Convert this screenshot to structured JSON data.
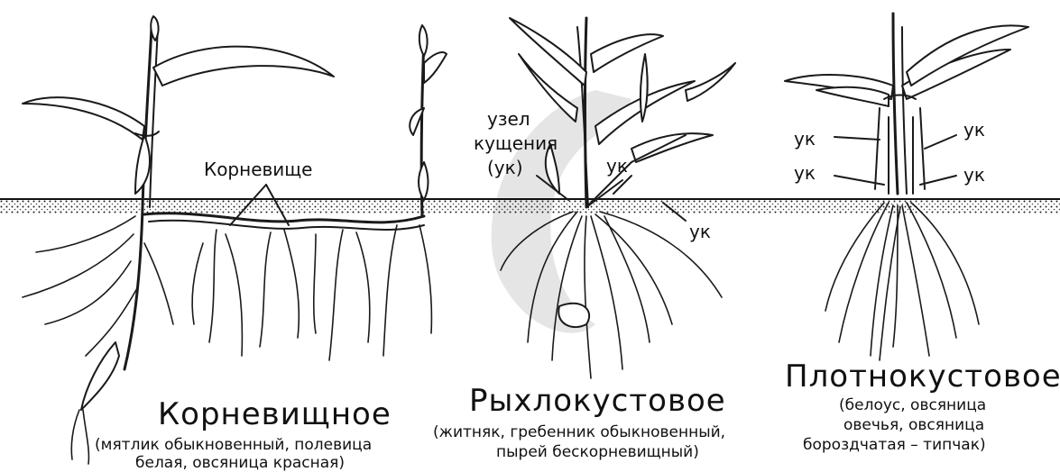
{
  "labels": {
    "rhizome": "Корневище",
    "tillering_node": [
      "узел",
      "кущения",
      "(ук)"
    ],
    "uk": "ук"
  },
  "groups": [
    {
      "title": "Корневищное",
      "desc": [
        "(мятлик обыкновенный, полевица",
        "белая, овсяница красная)"
      ]
    },
    {
      "title": "Рыхлокустовое",
      "desc": [
        "(житняк, гребенник обыкновенный,",
        "пырей бескорневищный)"
      ]
    },
    {
      "title": "Плотнокустовое",
      "desc": [
        "(белоус, овсяница",
        "овечья, овсяница",
        "бороздчатая – типчак)"
      ]
    }
  ]
}
